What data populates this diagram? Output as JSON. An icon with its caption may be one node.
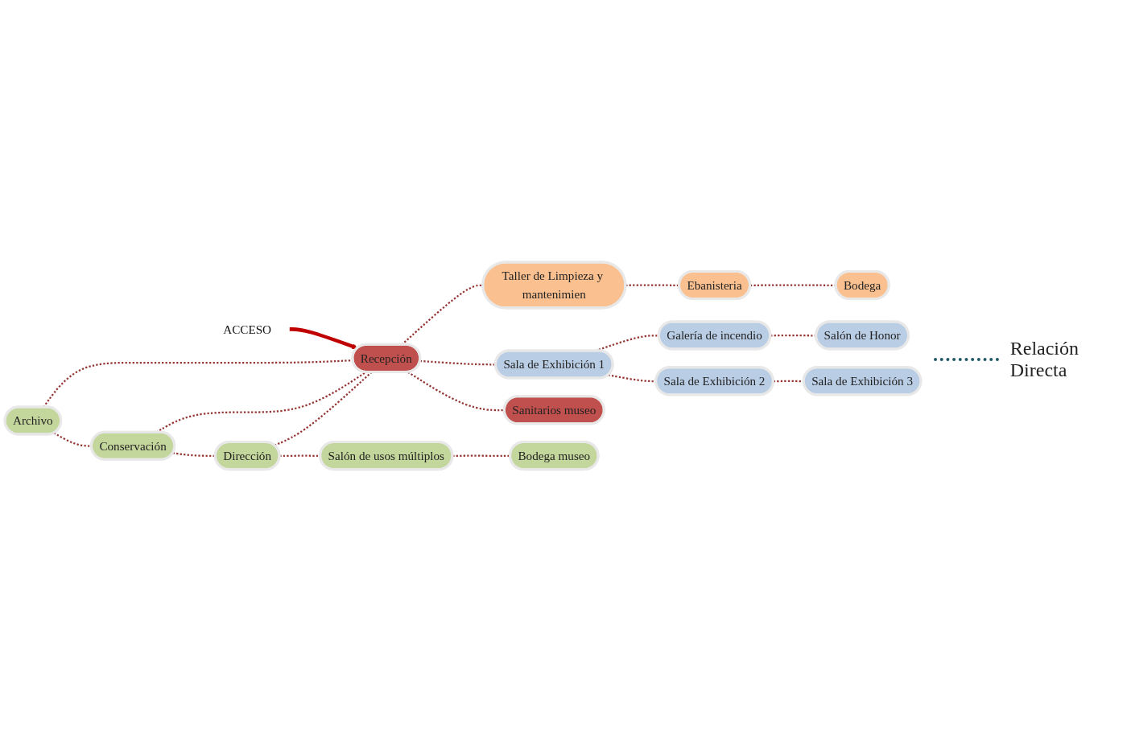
{
  "diagram": {
    "nodes": [
      {
        "text": [
          "Archivo"
        ]
      },
      {
        "text": [
          "ACCESO"
        ]
      },
      {
        "text": [
          "Taller de Limpieza y mantenimien"
        ]
      },
      {
        "text": [
          "Ebanisteria"
        ]
      },
      {
        "text": [
          "Bodega"
        ]
      },
      {
        "text": [
          "Conservación"
        ]
      },
      {
        "text": [
          "Recepción"
        ]
      },
      {
        "text": [
          "Sala de Exhibición 1"
        ]
      },
      {
        "text": [
          "Galería de incendio"
        ]
      },
      {
        "text": [
          "Dirección"
        ]
      },
      {
        "text": [
          "Sanitarios museo"
        ]
      },
      {
        "text": [
          "Sala de Exhibición 2"
        ]
      },
      {
        "text": [
          "Salón de Honor"
        ]
      },
      {
        "text": [
          "Salón de usos múltiplos"
        ]
      },
      {
        "text": [
          "Sala de Exhibición 3"
        ]
      },
      {
        "text": [
          "Bodega museo"
        ]
      }
    ],
    "edges": [
      {
        "from": 1,
        "to": 6,
        "arrow": "to",
        "style": "thick",
        "color": "#c00000"
      },
      {
        "from": 0,
        "to": 6,
        "arrow": "none",
        "style": "dashed"
      },
      {
        "from": 0,
        "to": 5,
        "arrow": "none",
        "style": "dashed"
      },
      {
        "from": 5,
        "to": 6,
        "arrow": "none",
        "style": "dashed"
      },
      {
        "from": 5,
        "to": 9,
        "arrow": "none",
        "style": "dashed"
      },
      {
        "from": 9,
        "to": 6,
        "arrow": "none",
        "style": "dashed"
      },
      {
        "from": 9,
        "to": 13,
        "arrow": "none",
        "style": "dashed"
      },
      {
        "from": 13,
        "to": 15,
        "arrow": "none",
        "style": "dashed"
      },
      {
        "from": 6,
        "to": 10,
        "arrow": "none",
        "style": "dashed"
      },
      {
        "from": 6,
        "to": 2,
        "arrow": "none",
        "style": "dashed"
      },
      {
        "from": 2,
        "to": 3,
        "arrow": "none",
        "style": "dashed"
      },
      {
        "from": 3,
        "to": 4,
        "arrow": "none",
        "style": "dashed"
      },
      {
        "from": 6,
        "to": 7,
        "arrow": "none",
        "style": "dashed"
      },
      {
        "from": 7,
        "to": 8,
        "arrow": "none",
        "style": "dashed"
      },
      {
        "from": 8,
        "to": 12,
        "arrow": "none",
        "style": "dashed"
      },
      {
        "from": 7,
        "to": 11,
        "arrow": "none",
        "style": "dashed"
      },
      {
        "from": 11,
        "to": 14,
        "arrow": "none",
        "style": "dashed"
      }
    ],
    "legend": [
      {
        "text": "Relación Directa"
      }
    ]
  }
}
